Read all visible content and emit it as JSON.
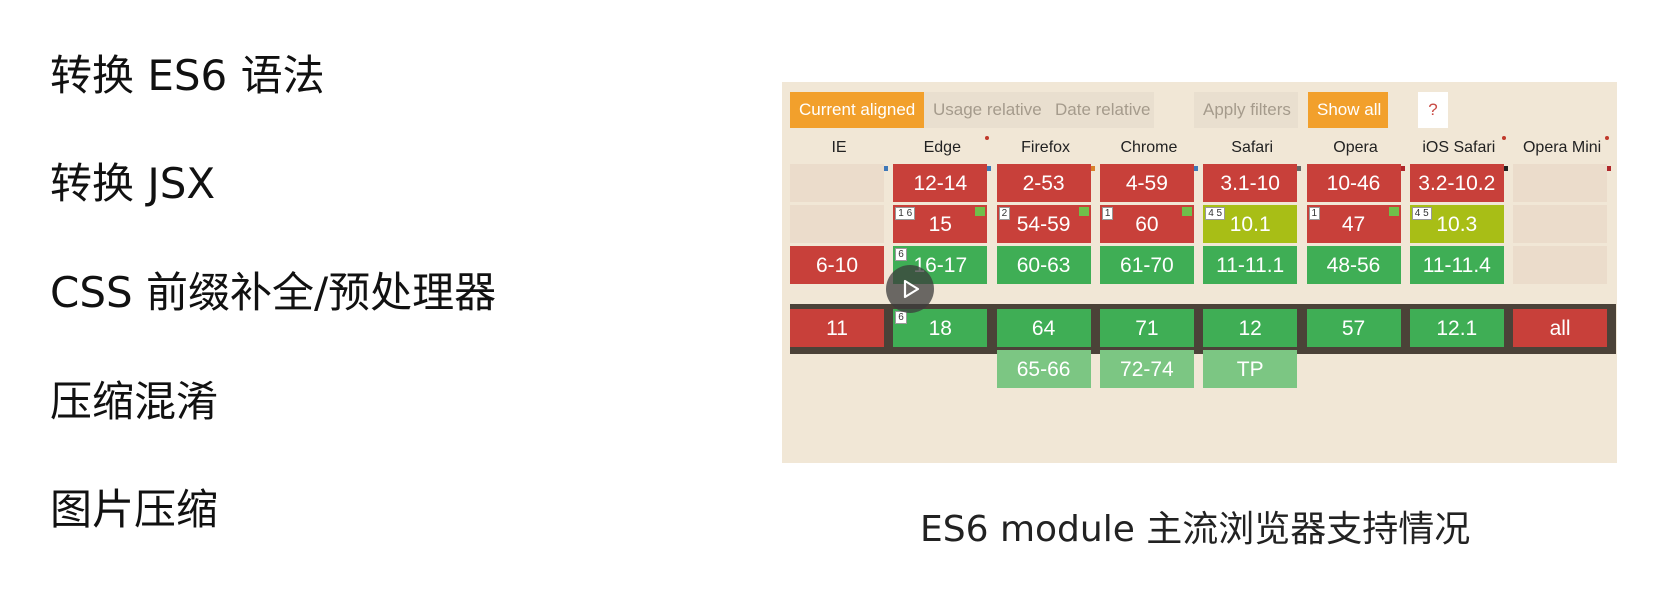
{
  "left_items": [
    "转换 ES6 语法",
    "转换 JSX",
    "CSS 前缀补全/预处理器",
    "压缩混淆",
    "图片压缩"
  ],
  "toolbar": {
    "current_aligned": "Current aligned",
    "usage_relative": "Usage relative",
    "date_relative": "Date relative",
    "apply_filters": "Apply filters",
    "show_all": "Show all",
    "help": "?"
  },
  "browsers": [
    {
      "name": "IE",
      "bar_color": "#3f78b8",
      "dot": false,
      "cells": [
        {
          "label": "",
          "status": "blank"
        },
        {
          "label": "",
          "status": "blank"
        },
        {
          "label": "6-10",
          "status": "red"
        },
        {
          "label": "11",
          "status": "red"
        },
        {
          "label": "",
          "status": "none"
        }
      ]
    },
    {
      "name": "Edge",
      "bar_color": "#3f78b8",
      "dot": true,
      "cells": [
        {
          "label": "12-14",
          "status": "red"
        },
        {
          "label": "15",
          "status": "red",
          "note": "1 6",
          "flag": true
        },
        {
          "label": "16-17",
          "status": "green",
          "note": "6"
        },
        {
          "label": "18",
          "status": "green",
          "note": "6"
        },
        {
          "label": "",
          "status": "none"
        }
      ]
    },
    {
      "name": "Firefox",
      "bar_color": "#d9802a",
      "dot": false,
      "cells": [
        {
          "label": "2-53",
          "status": "red"
        },
        {
          "label": "54-59",
          "status": "red",
          "note": "2",
          "flag": true
        },
        {
          "label": "60-63",
          "status": "green"
        },
        {
          "label": "64",
          "status": "green"
        },
        {
          "label": "65-66",
          "status": "lightgreen"
        }
      ]
    },
    {
      "name": "Chrome",
      "bar_color": "#3f78b8",
      "dot": false,
      "cells": [
        {
          "label": "4-59",
          "status": "red"
        },
        {
          "label": "60",
          "status": "red",
          "note": "1",
          "flag": true
        },
        {
          "label": "61-70",
          "status": "green"
        },
        {
          "label": "71",
          "status": "green"
        },
        {
          "label": "72-74",
          "status": "lightgreen"
        }
      ]
    },
    {
      "name": "Safari",
      "bar_color": "#666666",
      "dot": false,
      "cells": [
        {
          "label": "3.1-10",
          "status": "red"
        },
        {
          "label": "10.1",
          "status": "olive",
          "note": "4 5"
        },
        {
          "label": "11-11.1",
          "status": "green"
        },
        {
          "label": "12",
          "status": "green"
        },
        {
          "label": "TP",
          "status": "lightgreen"
        }
      ]
    },
    {
      "name": "Opera",
      "bar_color": "#b0262a",
      "dot": false,
      "cells": [
        {
          "label": "10-46",
          "status": "red"
        },
        {
          "label": "47",
          "status": "red",
          "note": "1",
          "flag": true
        },
        {
          "label": "48-56",
          "status": "green"
        },
        {
          "label": "57",
          "status": "green"
        },
        {
          "label": "",
          "status": "none"
        }
      ]
    },
    {
      "name": "iOS Safari",
      "bar_color": "#222222",
      "dot": true,
      "cells": [
        {
          "label": "3.2-10.2",
          "status": "red"
        },
        {
          "label": "10.3",
          "status": "olive",
          "note": "4 5"
        },
        {
          "label": "11-11.4",
          "status": "green"
        },
        {
          "label": "12.1",
          "status": "green"
        },
        {
          "label": "",
          "status": "none"
        }
      ]
    },
    {
      "name": "Opera Mini",
      "bar_color": "#b0262a",
      "dot": true,
      "cells": [
        {
          "label": "",
          "status": "blank"
        },
        {
          "label": "",
          "status": "blank"
        },
        {
          "label": "",
          "status": "blank"
        },
        {
          "label": "all",
          "status": "red"
        },
        {
          "label": "",
          "status": "none"
        }
      ]
    }
  ],
  "caption": "ES6 module 主流浏览器支持情况",
  "icons": {
    "video_play": "play-icon"
  }
}
